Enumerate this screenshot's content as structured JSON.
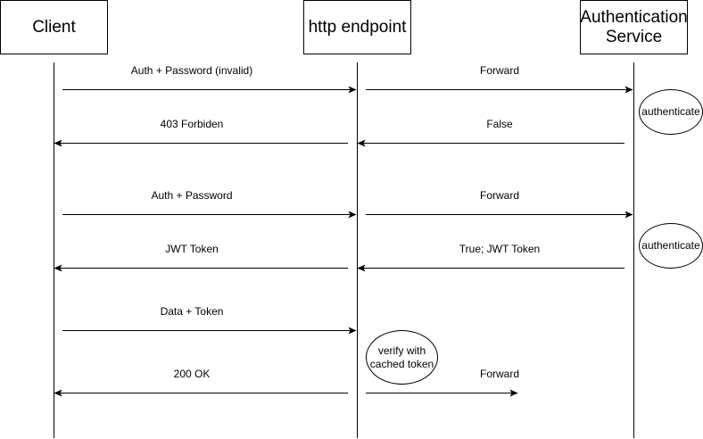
{
  "participants": {
    "client": "Client",
    "endpoint": "http endpoint",
    "auth": "Authentication\nService"
  },
  "messages": [
    "Auth + Password (invalid)",
    "Forward",
    "403 Forbiden",
    "False",
    "Auth + Password",
    "Forward",
    "JWT Token",
    "True; JWT Token",
    "Data + Token",
    "200 OK",
    "Forward"
  ],
  "notes": {
    "authenticate_1": "authenticate",
    "authenticate_2": "authenticate",
    "verify": "verify with\ncached token"
  }
}
